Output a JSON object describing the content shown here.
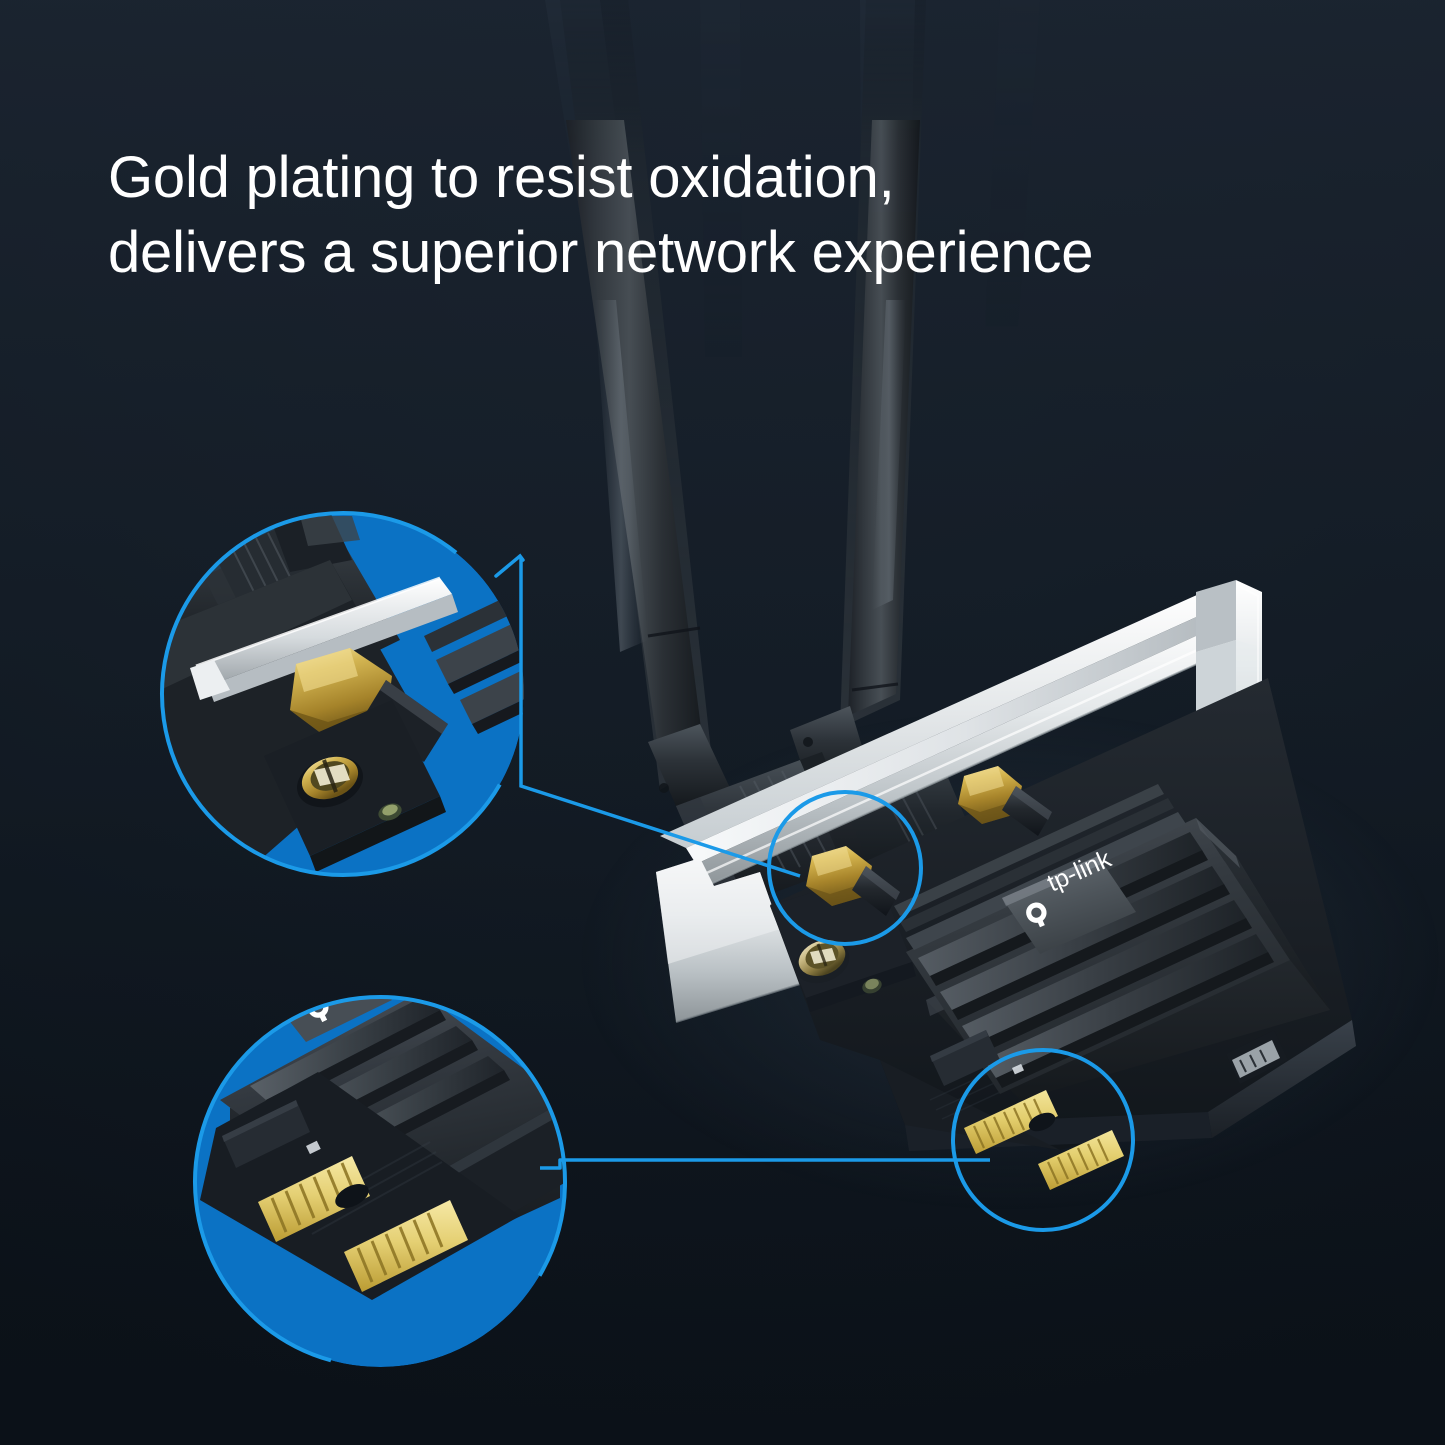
{
  "page": {
    "background_color": "#101823",
    "accent_blue": "#0b72c4",
    "ring_blue": "#1b9ae8",
    "gold": "#c9a63a",
    "silver": "#d9dde0",
    "text_color": "#ffffff"
  },
  "headline": {
    "line1": "Gold plating to resist oxidation,",
    "line2": "delivers a superior network experience",
    "full_text": "Gold plating to resist oxidation, delivers a superior network experience"
  },
  "product": {
    "brand": "tp-link",
    "type": "PCIe Wi-Fi adapter card",
    "components": {
      "antenna_left_label": "antenna",
      "antenna_right_label": "antenna",
      "bracket_label": "PCI slot bracket",
      "heatsink_label": "heatsink",
      "pcie_connector_label": "PCIe gold finger connector",
      "sma_connector_label": "gold SMA antenna connector",
      "screw_label": "gold plated screw",
      "pin_header_label": "pin header"
    }
  },
  "callouts": [
    {
      "id": "sma-connector",
      "position": "top-left",
      "subject": "gold SMA antenna connector",
      "badge_text": ""
    },
    {
      "id": "pcie-fingers",
      "position": "bottom-left",
      "subject": "gold plated PCIe finger connector",
      "badge_text": ""
    }
  ],
  "highlights": [
    {
      "id": "highlight-sma",
      "subject": "gold SMA antenna connector"
    },
    {
      "id": "highlight-pcie",
      "subject": "gold PCIe finger connector"
    }
  ]
}
